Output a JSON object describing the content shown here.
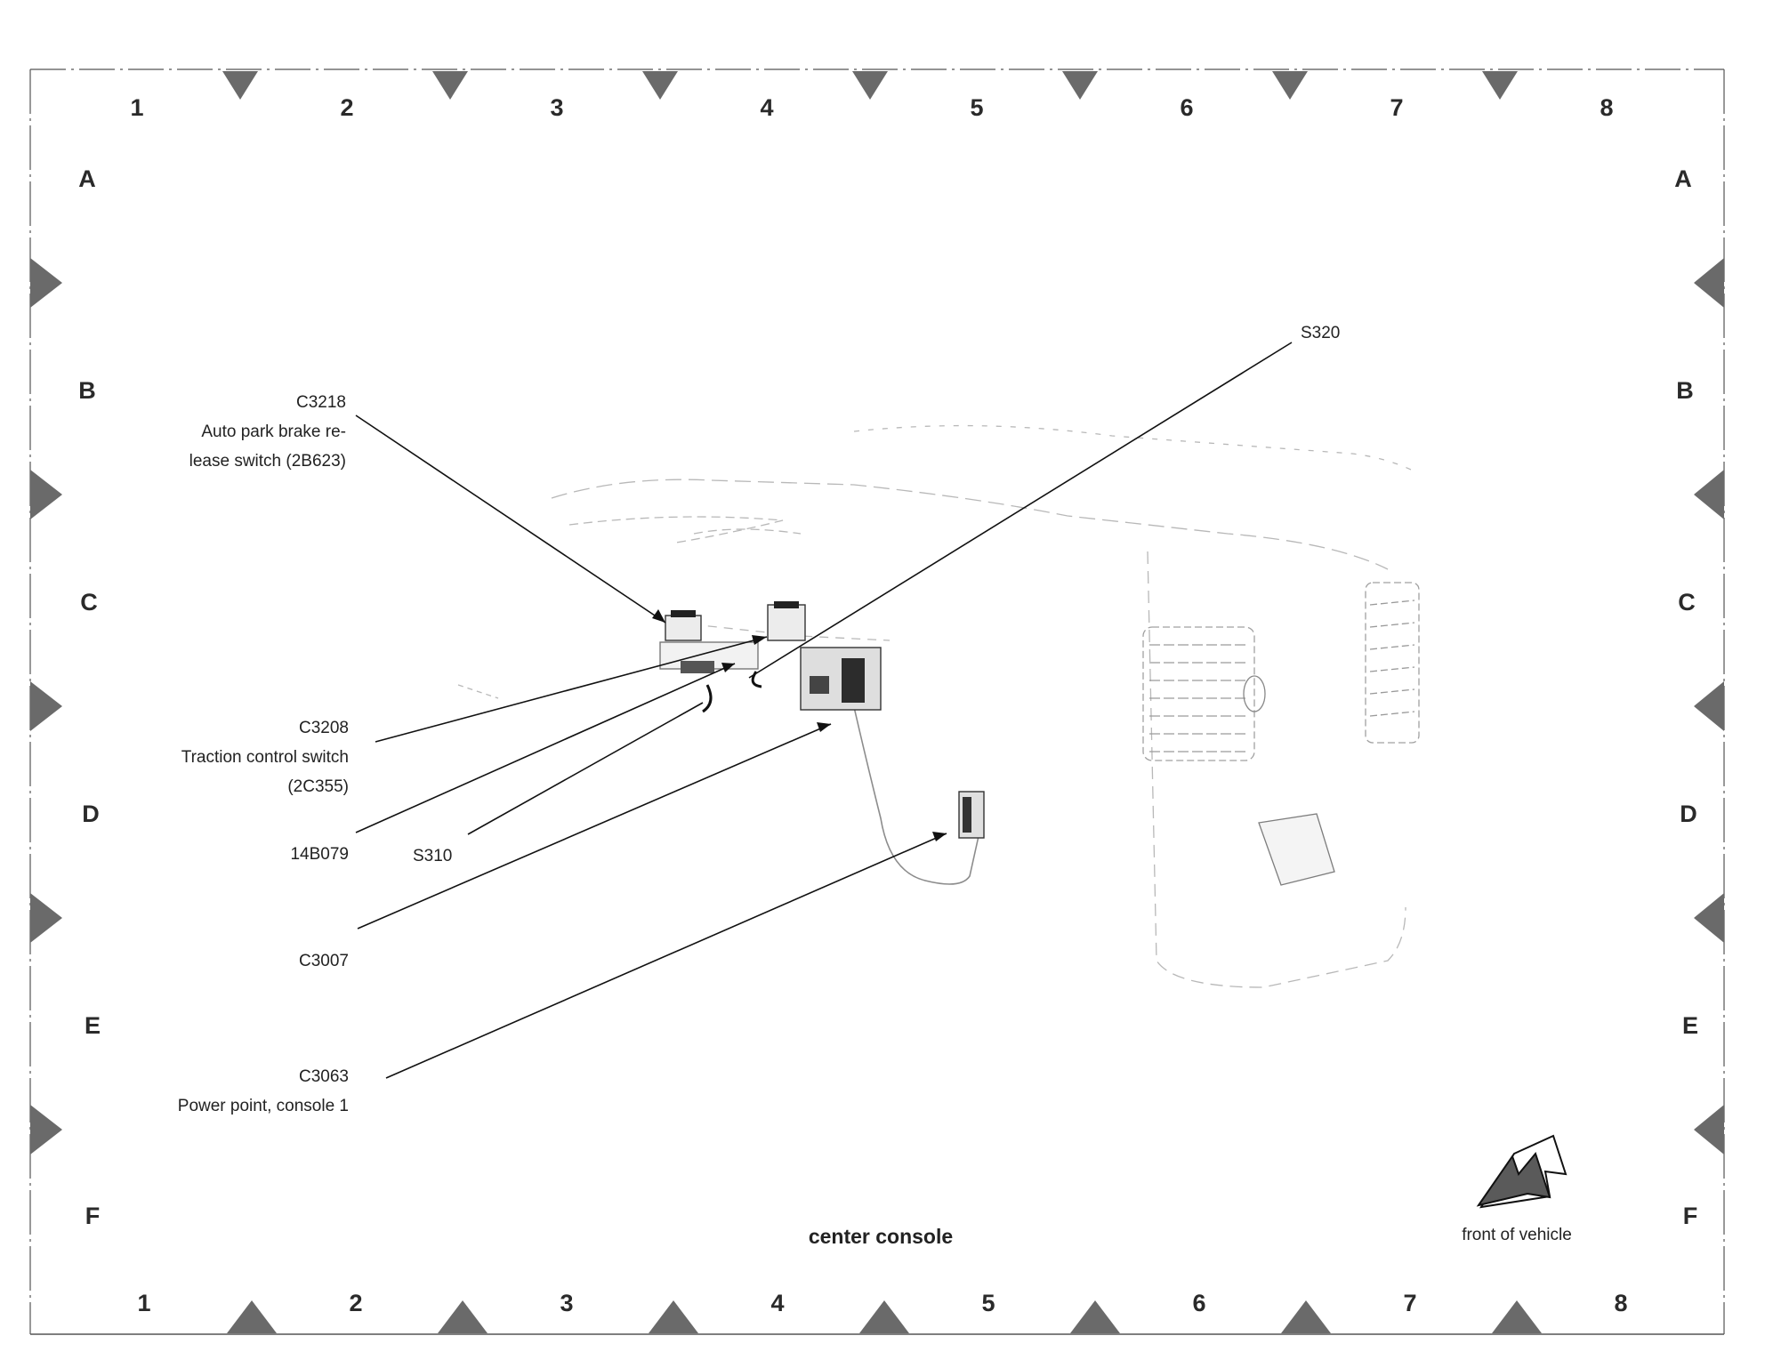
{
  "grid": {
    "columns": [
      "1",
      "2",
      "3",
      "4",
      "5",
      "6",
      "7",
      "8"
    ],
    "rows": [
      "A",
      "B",
      "C",
      "D",
      "E",
      "F"
    ]
  },
  "callouts": {
    "s320": "S320",
    "c3218": "C3218\nAuto park brake re-\nlease switch (2B623)",
    "c3208": "C3208\nTraction control switch\n(2C355)",
    "w14b079": "14B079",
    "s310": "S310",
    "c3007": "C3007",
    "c3063": "C3063\nPower point, console 1"
  },
  "caption": "center console",
  "orientation": "front of vehicle"
}
